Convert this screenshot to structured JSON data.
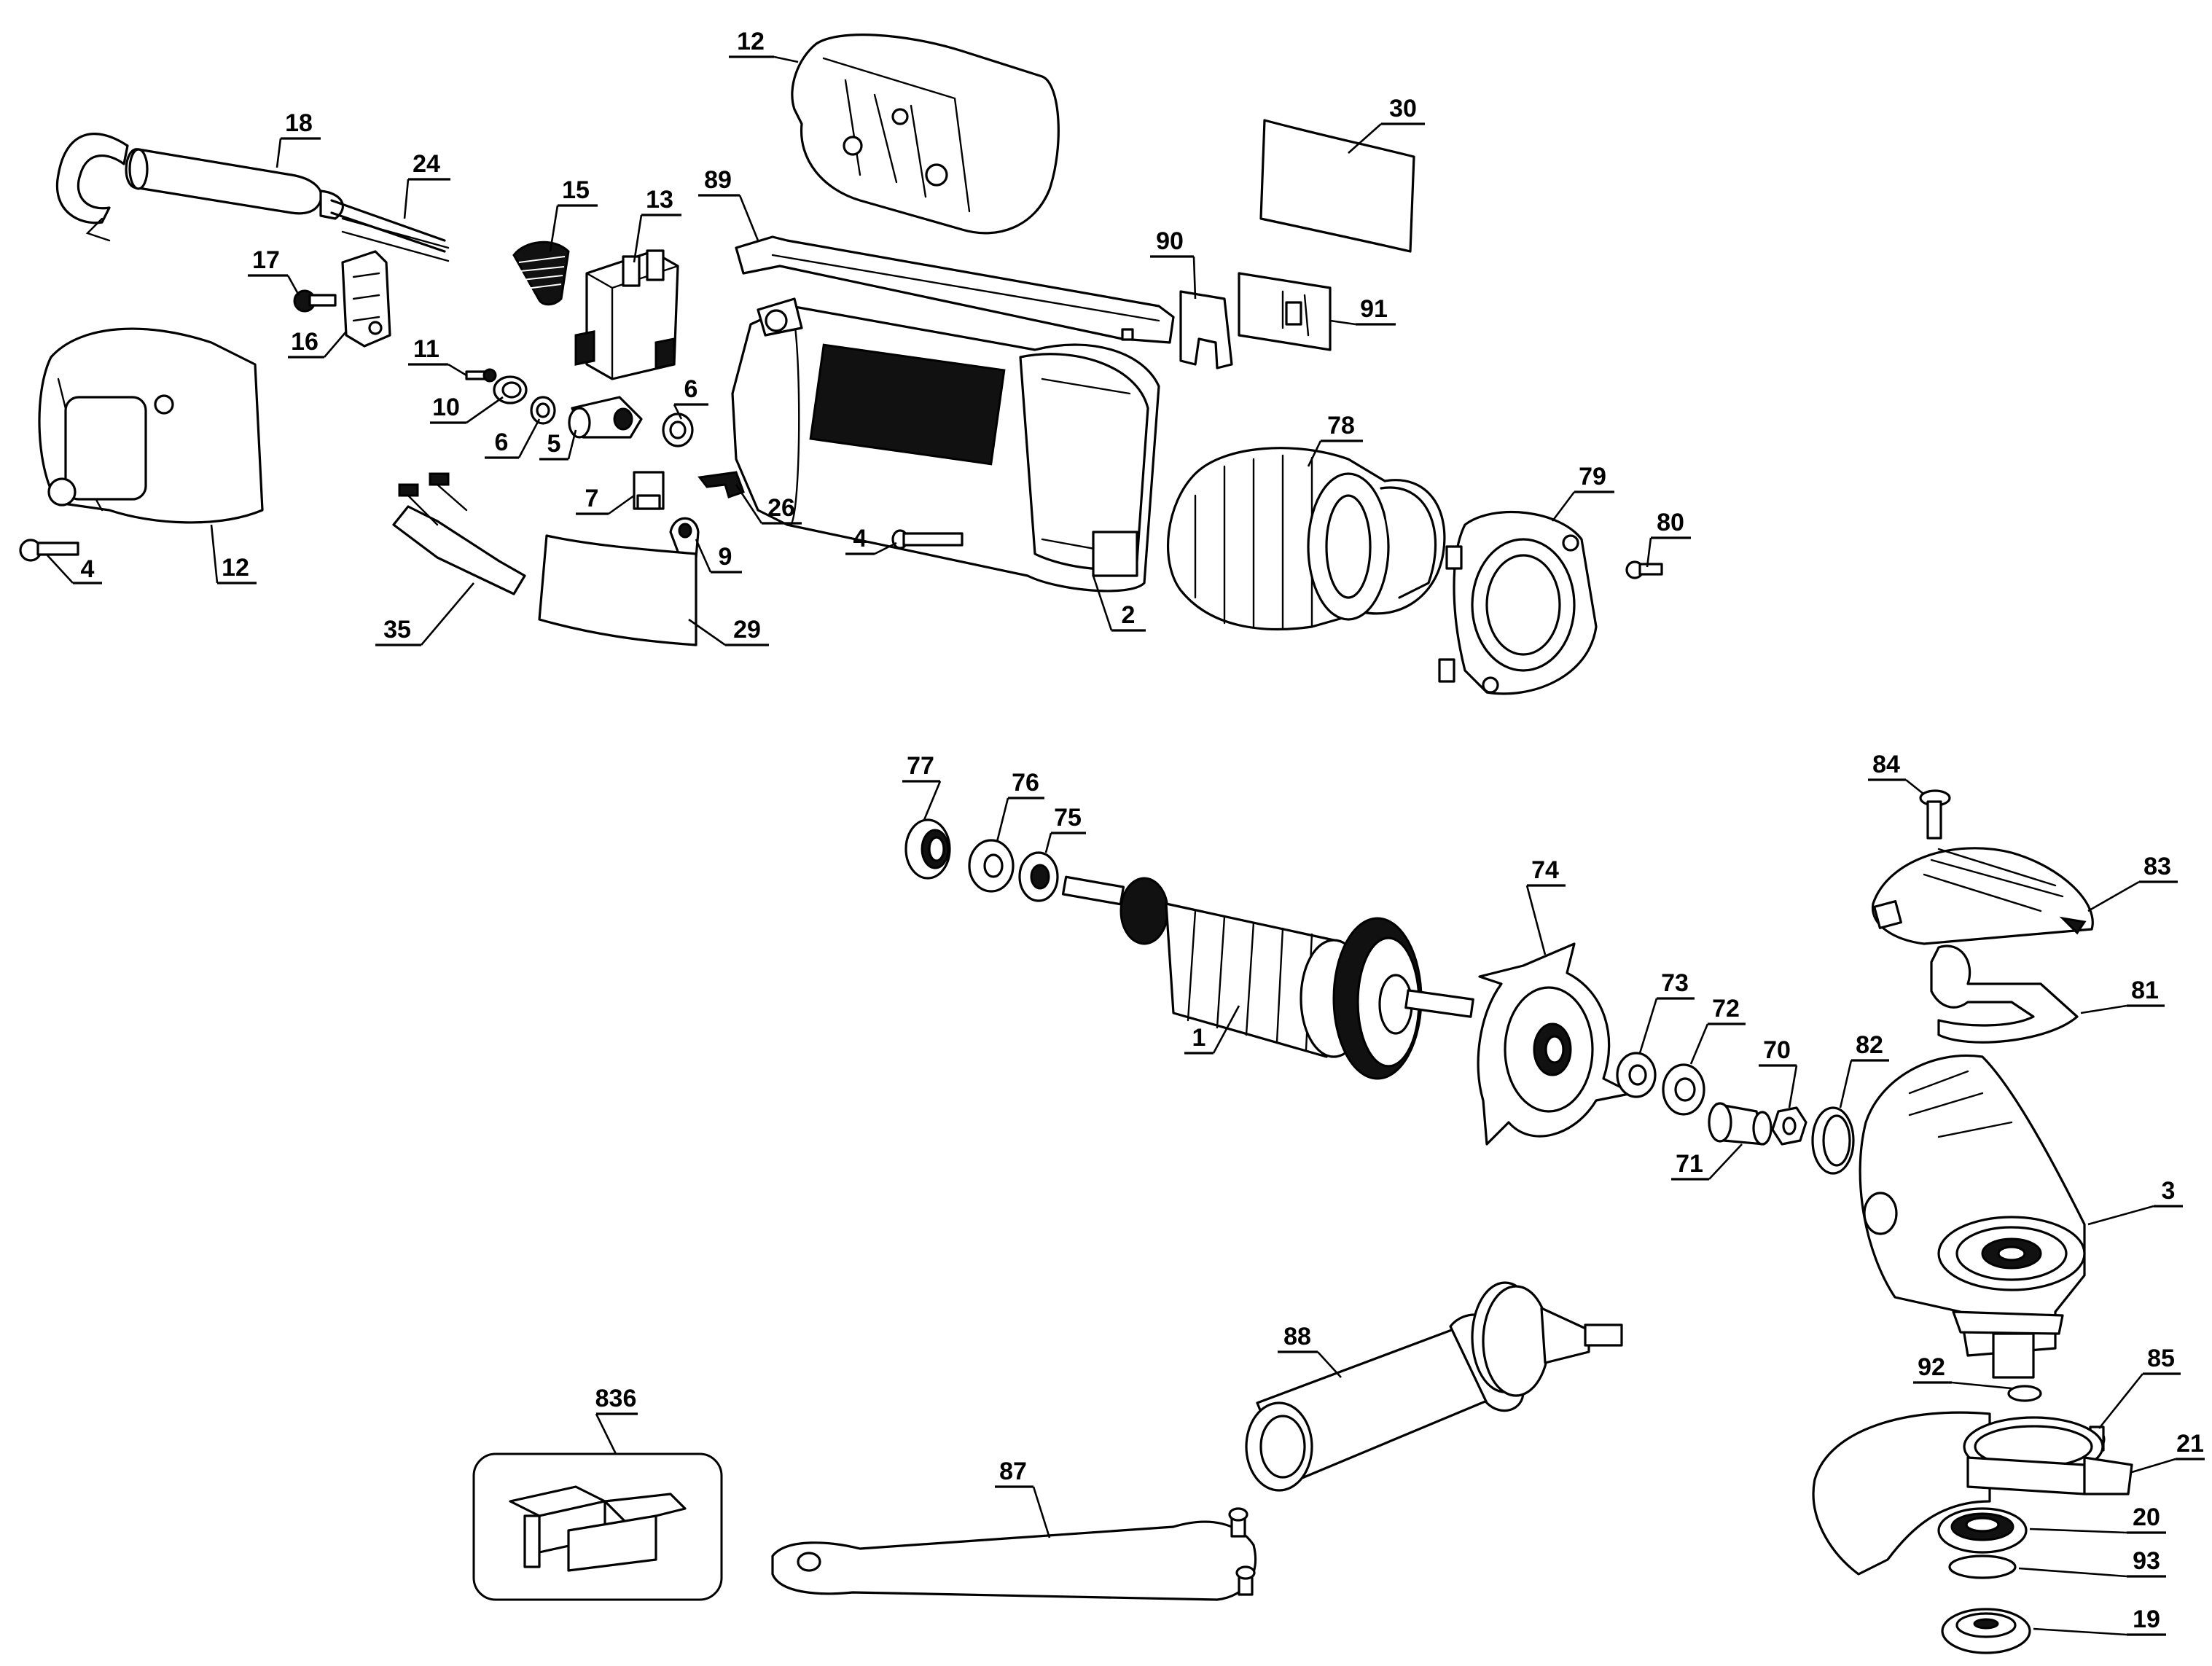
{
  "diagram": {
    "callouts": [
      {
        "id": "c12a",
        "label": "12"
      },
      {
        "id": "c18",
        "label": "18"
      },
      {
        "id": "c24",
        "label": "24"
      },
      {
        "id": "c15",
        "label": "15"
      },
      {
        "id": "c13",
        "label": "13"
      },
      {
        "id": "c89",
        "label": "89"
      },
      {
        "id": "c30",
        "label": "30"
      },
      {
        "id": "c17",
        "label": "17"
      },
      {
        "id": "c90",
        "label": "90"
      },
      {
        "id": "c91",
        "label": "91"
      },
      {
        "id": "c16",
        "label": "16"
      },
      {
        "id": "c11",
        "label": "11"
      },
      {
        "id": "c10",
        "label": "10"
      },
      {
        "id": "c6a",
        "label": "6"
      },
      {
        "id": "c6b",
        "label": "6"
      },
      {
        "id": "c5",
        "label": "5"
      },
      {
        "id": "c78",
        "label": "78"
      },
      {
        "id": "c79",
        "label": "79"
      },
      {
        "id": "c7",
        "label": "7"
      },
      {
        "id": "c26",
        "label": "26"
      },
      {
        "id": "c80",
        "label": "80"
      },
      {
        "id": "c4a",
        "label": "4"
      },
      {
        "id": "c4b",
        "label": "4"
      },
      {
        "id": "c12b",
        "label": "12"
      },
      {
        "id": "c9",
        "label": "9"
      },
      {
        "id": "c2",
        "label": "2"
      },
      {
        "id": "c35",
        "label": "35"
      },
      {
        "id": "c29",
        "label": "29"
      },
      {
        "id": "c77",
        "label": "77"
      },
      {
        "id": "c76",
        "label": "76"
      },
      {
        "id": "c75",
        "label": "75"
      },
      {
        "id": "c84",
        "label": "84"
      },
      {
        "id": "c74",
        "label": "74"
      },
      {
        "id": "c83",
        "label": "83"
      },
      {
        "id": "c73",
        "label": "73"
      },
      {
        "id": "c72",
        "label": "72"
      },
      {
        "id": "c81",
        "label": "81"
      },
      {
        "id": "c1",
        "label": "1"
      },
      {
        "id": "c70",
        "label": "70"
      },
      {
        "id": "c82",
        "label": "82"
      },
      {
        "id": "c71",
        "label": "71"
      },
      {
        "id": "c3",
        "label": "3"
      },
      {
        "id": "c88",
        "label": "88"
      },
      {
        "id": "c92",
        "label": "92"
      },
      {
        "id": "c85",
        "label": "85"
      },
      {
        "id": "c836",
        "label": "836"
      },
      {
        "id": "c21",
        "label": "21"
      },
      {
        "id": "c87",
        "label": "87"
      },
      {
        "id": "c20",
        "label": "20"
      },
      {
        "id": "c93",
        "label": "93"
      },
      {
        "id": "c19",
        "label": "19"
      }
    ]
  }
}
